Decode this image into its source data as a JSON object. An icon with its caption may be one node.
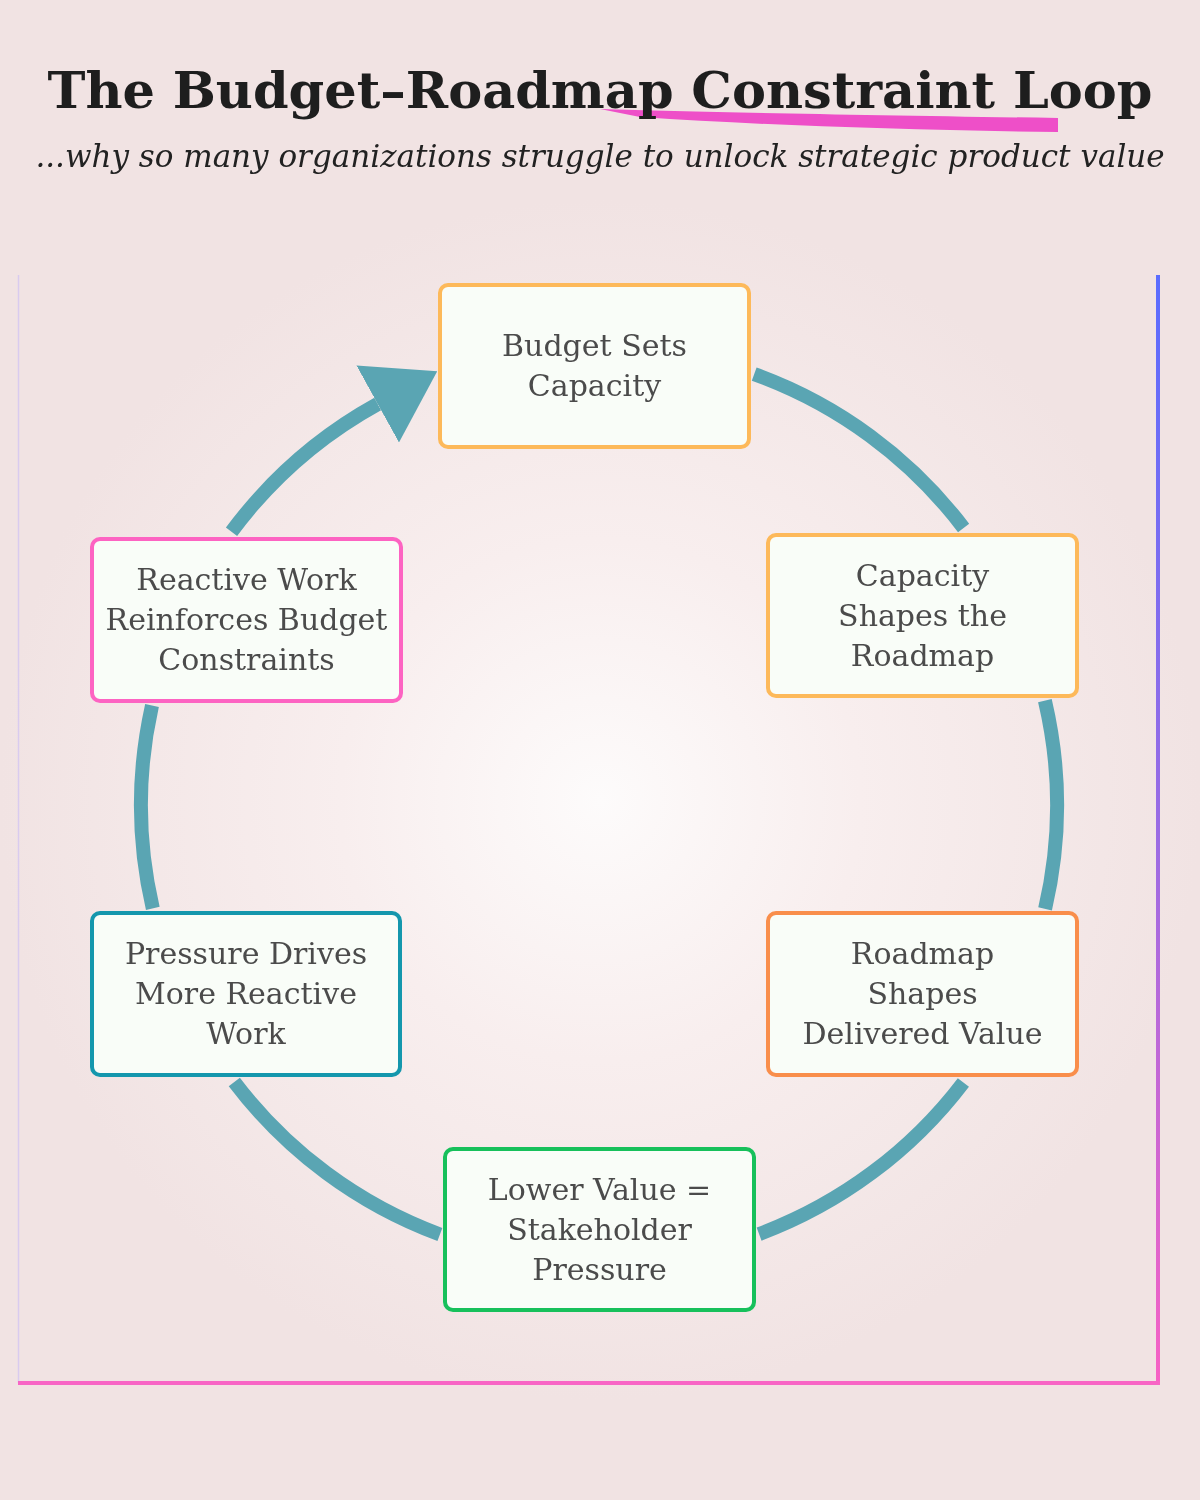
{
  "diagram": {
    "title": "The Budget–Roadmap Constraint Loop",
    "nodes": [
      {
        "text": [
          "Budget Sets Capacity"
        ]
      },
      {
        "text": [
          "Capacity Shapes the Roadmap"
        ]
      },
      {
        "text": [
          "Roadmap Shapes Delivered Value"
        ]
      },
      {
        "text": [
          "Lower Value = Stakeholder Pressure"
        ]
      },
      {
        "text": [
          "Pressure Drives More Reactive Work"
        ]
      },
      {
        "text": [
          "Reactive Work Reinforces Budget Constraints"
        ]
      }
    ],
    "edges": [
      {
        "from": 0,
        "to": 1,
        "arrow": "none"
      },
      {
        "from": 1,
        "to": 2,
        "arrow": "none"
      },
      {
        "from": 2,
        "to": 3,
        "arrow": "none"
      },
      {
        "from": 3,
        "to": 4,
        "arrow": "none"
      },
      {
        "from": 4,
        "to": 5,
        "arrow": "none"
      },
      {
        "from": 5,
        "to": 0,
        "arrow": "to"
      }
    ],
    "labels": [
      "...why so many organizations struggle to unlock strategic product value"
    ]
  }
}
